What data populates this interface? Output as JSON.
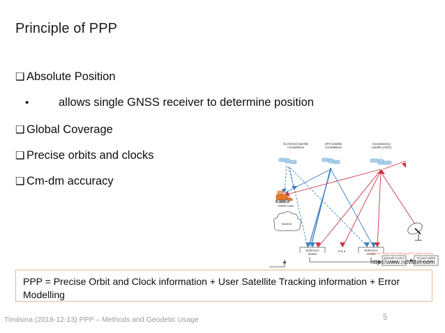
{
  "slide": {
    "title": "Principle of PPP",
    "page_number": "5",
    "footer": "Timilsina (2018-12-13) PPP – Methods and Geodetic Usage"
  },
  "bullets": [
    {
      "marker": "❑",
      "level": "top",
      "text": "Absolute Position"
    },
    {
      "marker": "•",
      "level": "sub",
      "text": "allows single GNSS receiver to determine position"
    },
    {
      "marker": "❑",
      "level": "top",
      "text": "Global Coverage"
    },
    {
      "marker": "❑",
      "level": "top",
      "text": "Precise orbits and clocks"
    },
    {
      "marker": "❑",
      "level": "top",
      "text": "Cm-dm accuracy"
    }
  ],
  "callout": {
    "text": "PPP  = Precise Orbit and Clock information + User Satellite Tracking information + Error Modelling",
    "border_color": "#e9b990"
  },
  "figure": {
    "caption": "Figure 40 Precise Point Positioning (PPP) System Overview",
    "source_url": "http://www.novatel.com",
    "caption_color": "#e8704a",
    "labels": {
      "glonass": "GLONASS Satellite",
      "glonass2": "Constellation",
      "gps": "GPS Satellite",
      "gps2": "Constellation",
      "geo": "Geostationary",
      "geo2": "Satellite (GEO)",
      "gnss_user": "GNSS User",
      "internet": "Internet",
      "ref_station_1a": "Reference",
      "ref_station_1b": "Station",
      "ellipsis": "• • •",
      "ref_station_2a": "Reference",
      "ref_station_2b": "Station",
      "ncc_a": "Network Control",
      "ncc_b": "Center",
      "uplink_a": "Ground Uplink",
      "uplink_b": "Subsystem"
    },
    "colors": {
      "satellite_blue": "#a9cfe8",
      "signal_blue": "#3a7fc1",
      "correction_red": "#cc3344",
      "vehicle_orange": "#e8762b",
      "line_gray": "#4d4d4d"
    }
  }
}
